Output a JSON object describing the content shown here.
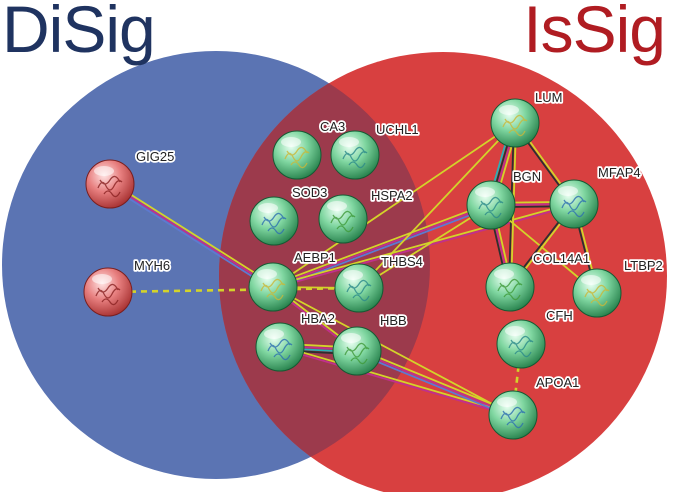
{
  "colors": {
    "left_set": "#5b74b3",
    "right_set": "#d84040",
    "overlap": "#9c3a4c",
    "left_title": "#1f3360",
    "right_title": "#b01c22",
    "node_green": "#2ea562",
    "node_red": "#cf4a4a",
    "edge_text_mining": "#d3d32a",
    "edge_coexpression": "#2f2f2f",
    "edge_experiments": "#c0308c",
    "edge_database": "#2bb0b6",
    "edge_homology": "#5d7ad0"
  },
  "sets": {
    "left": {
      "label": "DiSig"
    },
    "right": {
      "label": "IsSig"
    }
  },
  "nodes": [
    {
      "id": "GIG25",
      "label": "GIG25",
      "color": "red"
    },
    {
      "id": "MYH6",
      "label": "MYH6",
      "color": "red"
    },
    {
      "id": "CA3",
      "label": "CA3",
      "color": "green"
    },
    {
      "id": "UCHL1",
      "label": "UCHL1",
      "color": "green"
    },
    {
      "id": "SOD3",
      "label": "SOD3",
      "color": "green"
    },
    {
      "id": "HSPA2",
      "label": "HSPA2",
      "color": "green"
    },
    {
      "id": "AEBP1",
      "label": "AEBP1",
      "color": "green"
    },
    {
      "id": "THBS4",
      "label": "THBS4",
      "color": "green"
    },
    {
      "id": "HBA2",
      "label": "HBA2",
      "color": "green"
    },
    {
      "id": "HBB",
      "label": "HBB",
      "color": "green"
    },
    {
      "id": "LUM",
      "label": "LUM",
      "color": "green"
    },
    {
      "id": "BGN",
      "label": "BGN",
      "color": "green"
    },
    {
      "id": "MFAP4",
      "label": "MFAP4",
      "color": "green"
    },
    {
      "id": "COL14A1",
      "label": "COL14A1",
      "color": "green"
    },
    {
      "id": "LTBP2",
      "label": "LTBP2",
      "color": "green"
    },
    {
      "id": "CFH",
      "label": "CFH",
      "color": "green"
    },
    {
      "id": "APOA1",
      "label": "APOA1",
      "color": "green"
    }
  ],
  "edges": [
    {
      "source": "GIG25",
      "target": "AEBP1",
      "types": [
        "text_mining",
        "experiments",
        "homology"
      ]
    },
    {
      "source": "MYH6",
      "target": "THBS4",
      "types": [
        "text_mining"
      ],
      "dashed": true
    },
    {
      "source": "AEBP1",
      "target": "LUM",
      "types": [
        "text_mining"
      ]
    },
    {
      "source": "AEBP1",
      "target": "BGN",
      "types": [
        "text_mining",
        "experiments",
        "homology"
      ]
    },
    {
      "source": "AEBP1",
      "target": "MFAP4",
      "types": [
        "text_mining",
        "experiments"
      ]
    },
    {
      "source": "AEBP1",
      "target": "HBB",
      "types": [
        "text_mining",
        "experiments"
      ]
    },
    {
      "source": "AEBP1",
      "target": "APOA1",
      "types": [
        "text_mining"
      ]
    },
    {
      "source": "AEBP1",
      "target": "THBS4",
      "types": [
        "text_mining"
      ]
    },
    {
      "source": "THBS4",
      "target": "BGN",
      "types": [
        "text_mining"
      ]
    },
    {
      "source": "THBS4",
      "target": "LUM",
      "types": [
        "text_mining"
      ]
    },
    {
      "source": "HBA2",
      "target": "HBB",
      "types": [
        "text_mining",
        "experiments",
        "database",
        "coexpression"
      ]
    },
    {
      "source": "HBA2",
      "target": "APOA1",
      "types": [
        "text_mining",
        "experiments"
      ]
    },
    {
      "source": "HBB",
      "target": "APOA1",
      "types": [
        "text_mining",
        "experiments",
        "homology"
      ]
    },
    {
      "source": "LUM",
      "target": "BGN",
      "types": [
        "text_mining",
        "experiments",
        "coexpression",
        "database"
      ]
    },
    {
      "source": "LUM",
      "target": "MFAP4",
      "types": [
        "text_mining",
        "coexpression"
      ]
    },
    {
      "source": "LUM",
      "target": "COL14A1",
      "types": [
        "text_mining",
        "coexpression"
      ]
    },
    {
      "source": "BGN",
      "target": "MFAP4",
      "types": [
        "text_mining",
        "experiments",
        "coexpression"
      ]
    },
    {
      "source": "BGN",
      "target": "COL14A1",
      "types": [
        "text_mining",
        "experiments",
        "coexpression"
      ]
    },
    {
      "source": "BGN",
      "target": "LTBP2",
      "types": [
        "text_mining"
      ]
    },
    {
      "source": "MFAP4",
      "target": "COL14A1",
      "types": [
        "text_mining",
        "coexpression"
      ]
    },
    {
      "source": "MFAP4",
      "target": "LTBP2",
      "types": [
        "text_mining",
        "coexpression"
      ]
    },
    {
      "source": "CFH",
      "target": "APOA1",
      "types": [
        "text_mining"
      ],
      "dashed": true
    }
  ]
}
